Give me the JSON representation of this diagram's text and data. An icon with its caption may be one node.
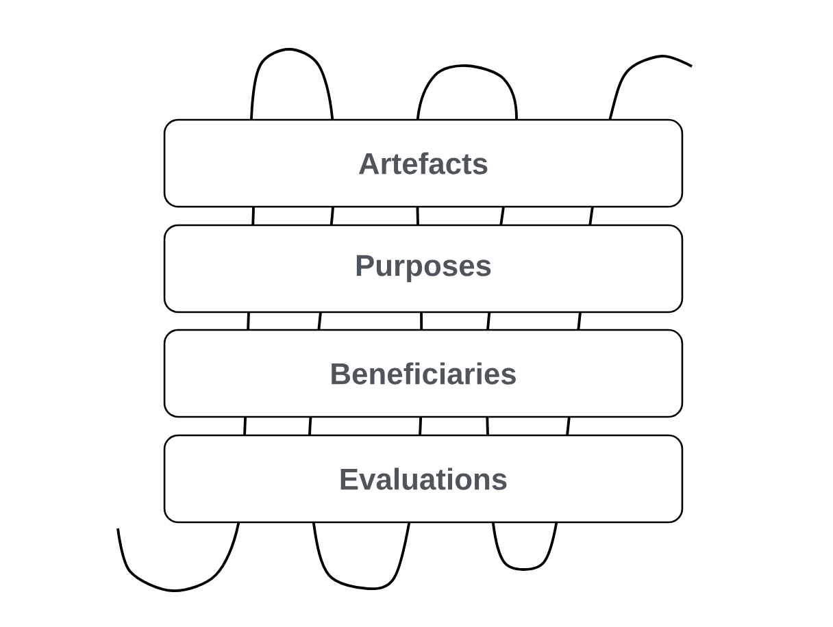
{
  "diagram": {
    "nodes": [
      {
        "text": [
          "Artefacts"
        ]
      },
      {
        "text": [
          "Purposes"
        ]
      },
      {
        "text": [
          "Beneficiaries"
        ]
      },
      {
        "text": [
          "Evaluations"
        ]
      }
    ]
  }
}
